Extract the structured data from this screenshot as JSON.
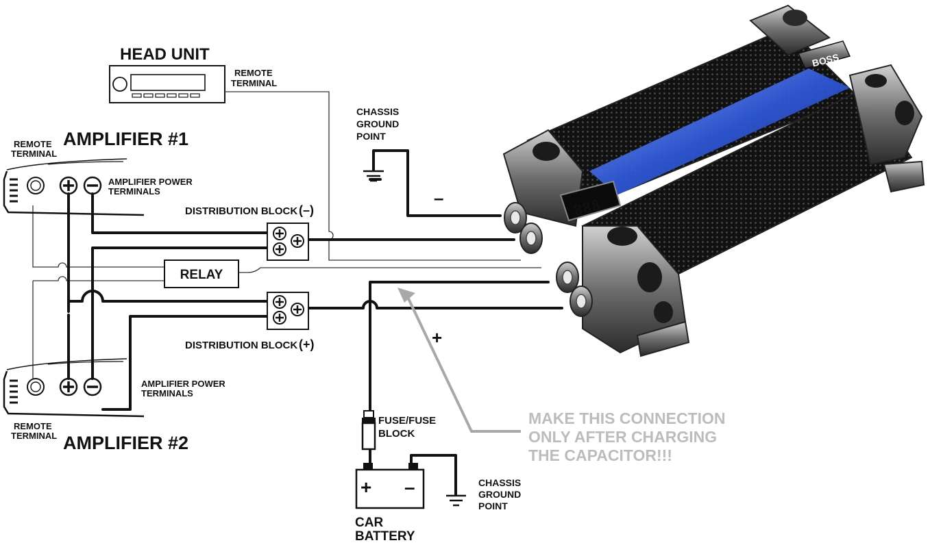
{
  "head_unit": {
    "title": "HEAD UNIT",
    "remote_terminal": [
      "REMOTE",
      "TERMINAL"
    ]
  },
  "amplifier_1": {
    "title": "AMPLIFIER #1",
    "remote_terminal": [
      "REMOTE",
      "TERMINAL"
    ],
    "power_terminals": [
      "AMPLIFIER POWER",
      "TERMINALS"
    ]
  },
  "amplifier_2": {
    "title": "AMPLIFIER #2",
    "remote_terminal": [
      "REMOTE",
      "TERMINAL"
    ],
    "power_terminals": [
      "AMPLIFIER POWER",
      "TERMINALS"
    ]
  },
  "distribution_block_negative": {
    "label": "DISTRIBUTION BLOCK",
    "sign": "(–)"
  },
  "distribution_block_positive": {
    "label": "DISTRIBUTION BLOCK",
    "sign": "(+)"
  },
  "relay": {
    "label": "RELAY"
  },
  "chassis_ground_top": [
    "CHASSIS",
    "GROUND",
    "POINT"
  ],
  "chassis_ground_bottom": [
    "CHASSIS",
    "GROUND",
    "POINT"
  ],
  "capacitor_polarity": {
    "negative": "–",
    "positive": "+"
  },
  "fuse": [
    "FUSE/FUSE",
    "BLOCK"
  ],
  "battery": {
    "label": [
      "CAR",
      "BATTERY"
    ],
    "positive": "+",
    "negative": "–"
  },
  "capacitor": {
    "brand": "BOSS",
    "display": "888",
    "display_color": "#2f6bff",
    "body_color": "#151515",
    "glow_color": "#3a66e0"
  },
  "warning_note": [
    "MAKE THIS CONNECTION",
    "ONLY AFTER CHARGING",
    "THE CAPACITOR!!!"
  ],
  "colors": {
    "wire": "#111111",
    "note": "#bcbcbc"
  }
}
